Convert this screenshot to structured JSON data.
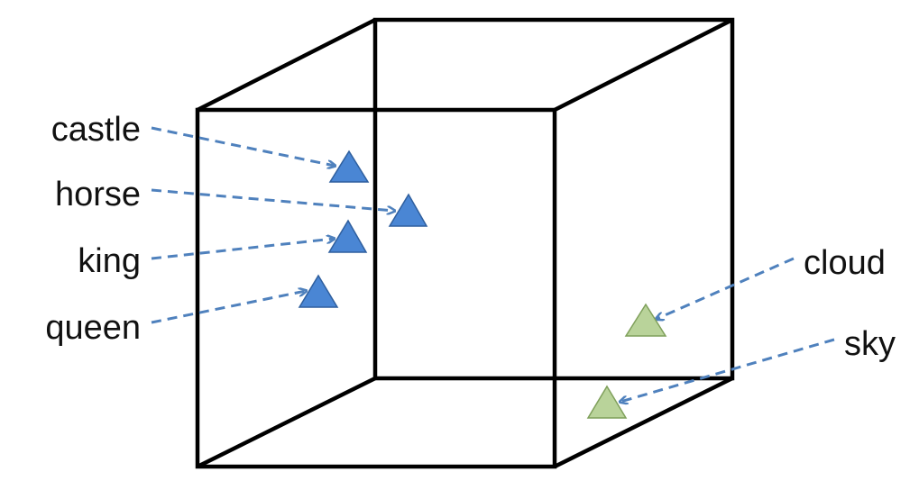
{
  "colors": {
    "edge": "#000000",
    "arrow": "#4F81BD",
    "group_a_fill": "#4A86D4",
    "group_a_stroke": "#2F5F9E",
    "group_b_fill": "#B9D39A",
    "group_b_stroke": "#7FA05B"
  },
  "words": [
    {
      "id": "castle",
      "label": "castle",
      "group": "a"
    },
    {
      "id": "horse",
      "label": "horse",
      "group": "a"
    },
    {
      "id": "king",
      "label": "king",
      "group": "a"
    },
    {
      "id": "queen",
      "label": "queen",
      "group": "a"
    },
    {
      "id": "cloud",
      "label": "cloud",
      "group": "b"
    },
    {
      "id": "sky",
      "label": "sky",
      "group": "b"
    }
  ]
}
